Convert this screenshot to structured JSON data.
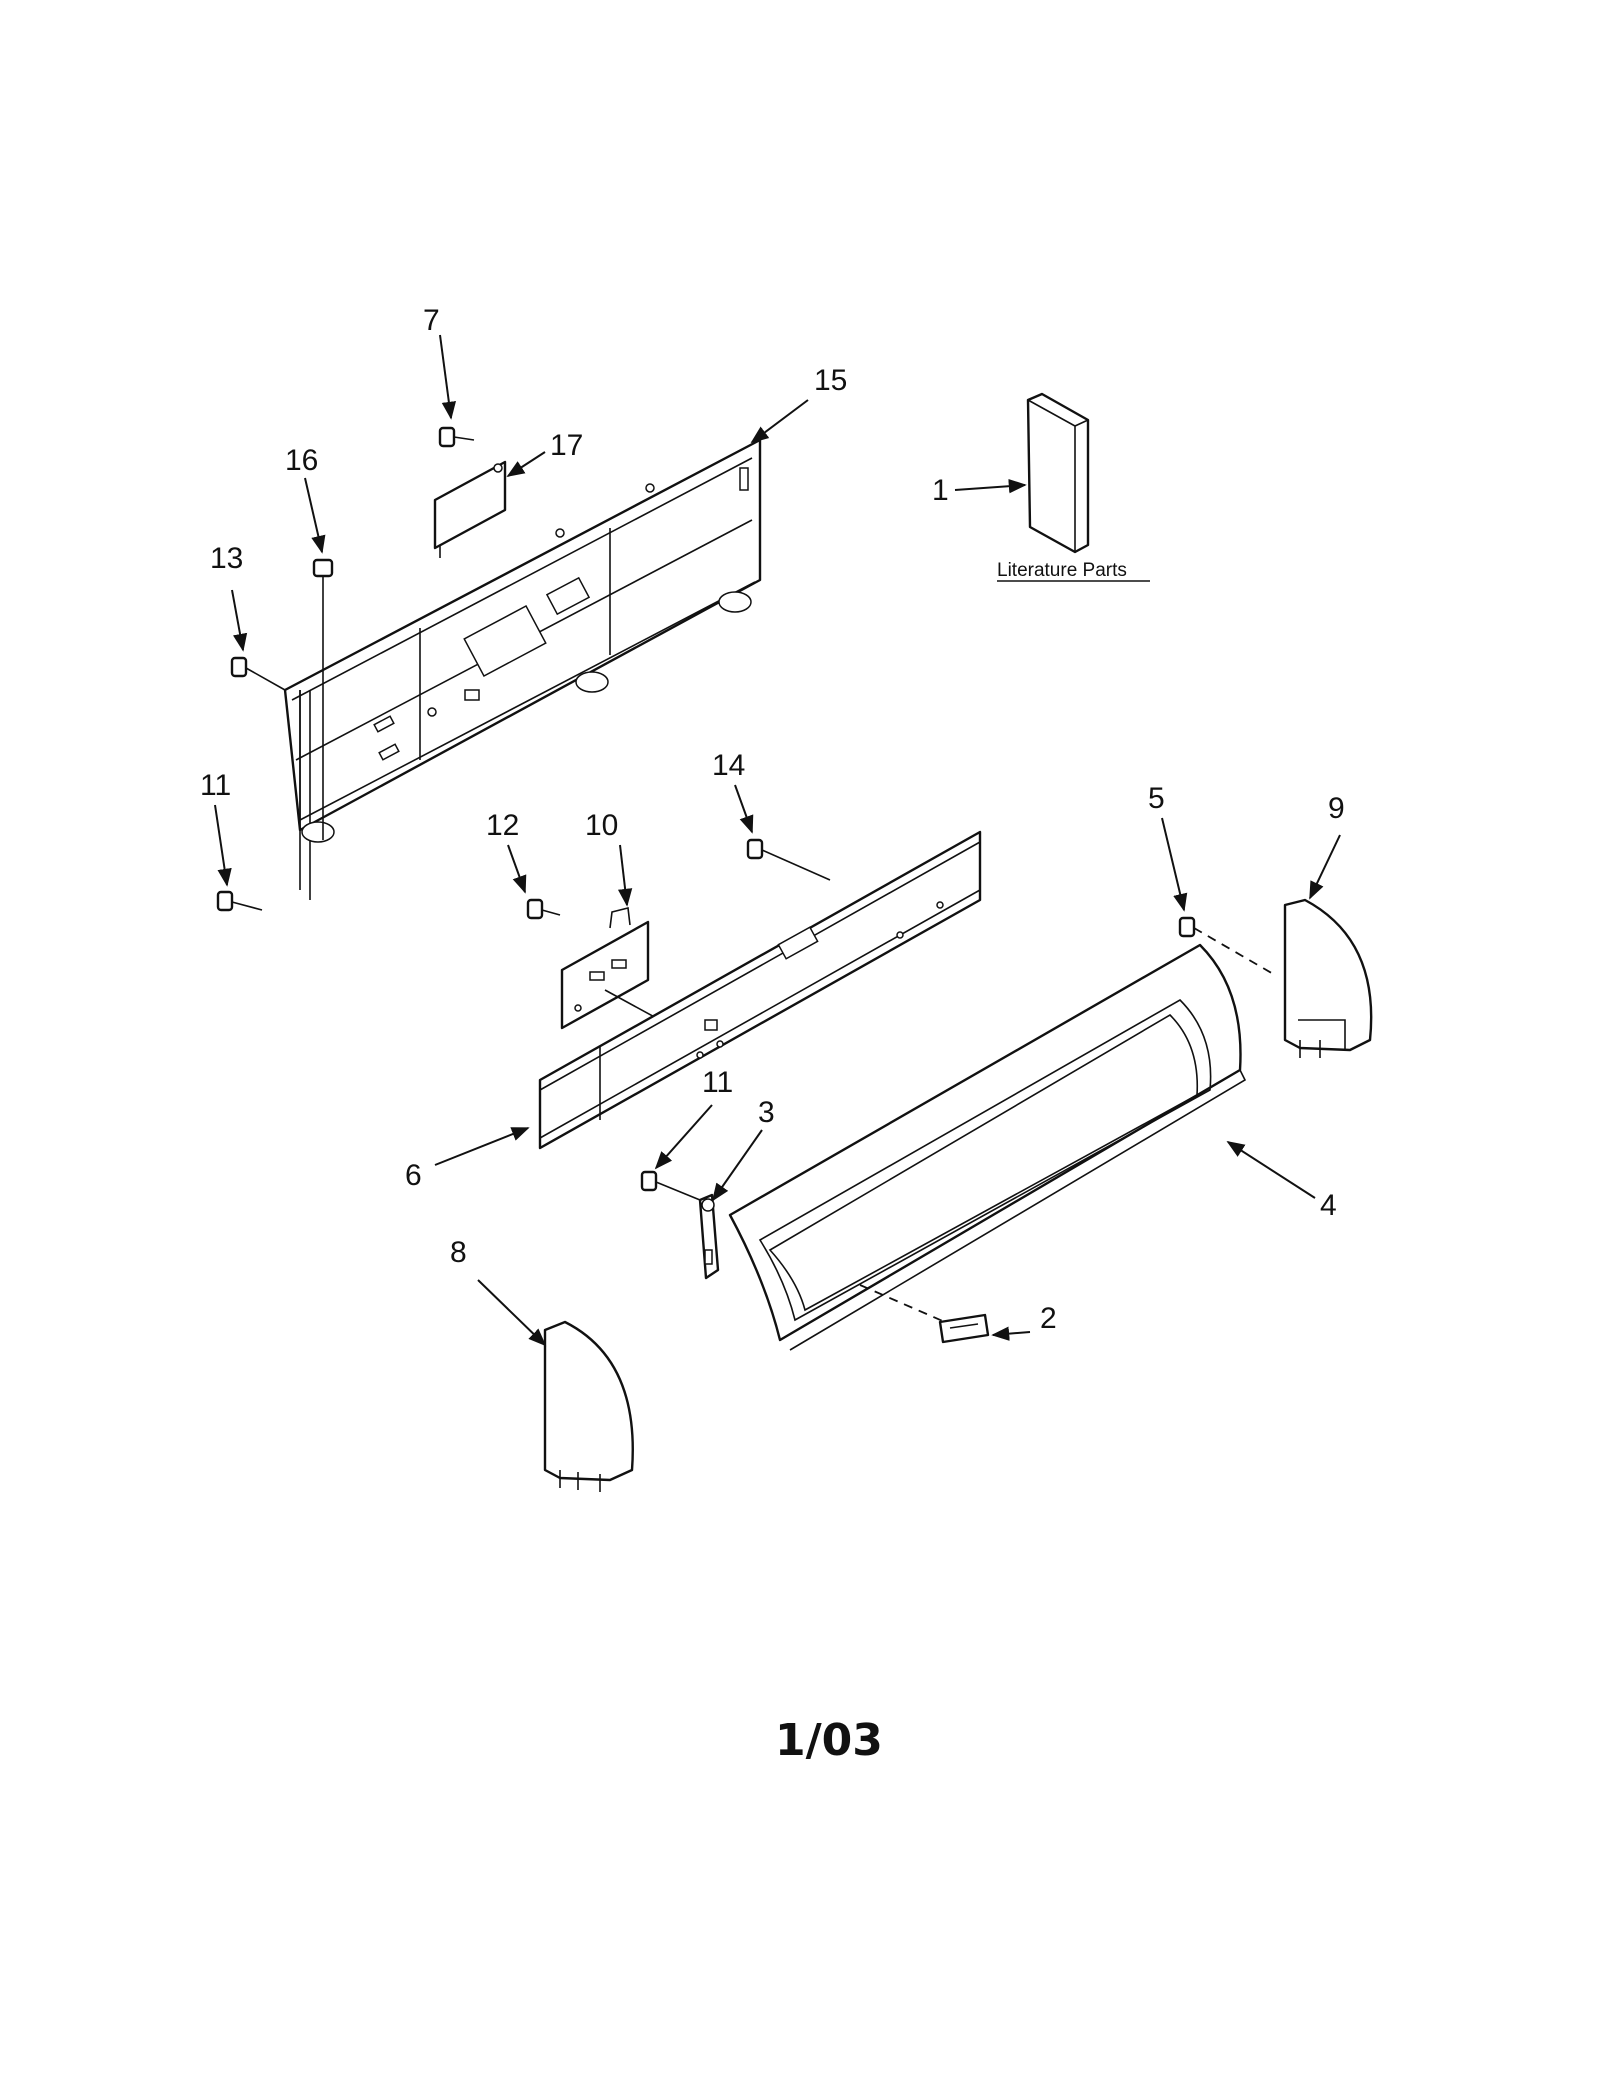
{
  "diagram": {
    "callouts": [
      {
        "id": "c7",
        "text": "7"
      },
      {
        "id": "c15",
        "text": "15"
      },
      {
        "id": "c17",
        "text": "17"
      },
      {
        "id": "c16",
        "text": "16"
      },
      {
        "id": "c1",
        "text": "1"
      },
      {
        "id": "c13",
        "text": "13"
      },
      {
        "id": "c11a",
        "text": "11"
      },
      {
        "id": "c14",
        "text": "14"
      },
      {
        "id": "c12",
        "text": "12"
      },
      {
        "id": "c10",
        "text": "10"
      },
      {
        "id": "c5",
        "text": "5"
      },
      {
        "id": "c9",
        "text": "9"
      },
      {
        "id": "c11b",
        "text": "11"
      },
      {
        "id": "c3",
        "text": "3"
      },
      {
        "id": "c6",
        "text": "6"
      },
      {
        "id": "c4",
        "text": "4"
      },
      {
        "id": "c8",
        "text": "8"
      },
      {
        "id": "c2",
        "text": "2"
      }
    ],
    "literature_label": "Literature Parts",
    "footer_code": "1/03"
  }
}
